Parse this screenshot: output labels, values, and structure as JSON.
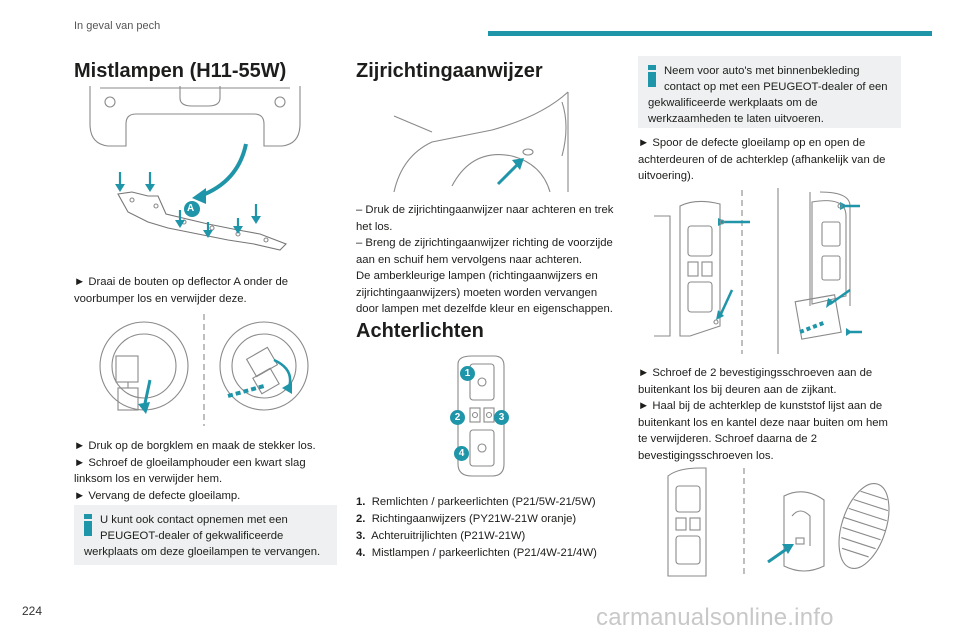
{
  "header": {
    "title": "In geval van pech"
  },
  "page_number": "224",
  "watermark": "carmanualsonline.info",
  "col1": {
    "heading": "Mistlampen (H11-55W)",
    "fig1_label": "A",
    "step1": "► Draai de bouten op deflector A onder de voorbumper los en verwijder deze.",
    "step2": "► Druk op de borgklem en maak de stekker los.",
    "step3": "► Schroef de gloeilamphouder een kwart slag linksom los en verwijder hem.",
    "step4": "► Vervang de defecte gloeilamp.",
    "info": "U kunt ook contact opnemen met een PEUGEOT-dealer of gekwalificeerde werkplaats om deze gloeilampen te vervangen."
  },
  "col2": {
    "heading": "Zijrichtingaanwijzer",
    "text1": "– Druk de zijrichtingaanwijzer naar achteren en trek het los.",
    "text2": "– Breng de zijrichtingaanwijzer richting de voorzijde aan en schuif hem vervolgens naar achteren.",
    "text3": "De amberkleurige lampen (richtingaanwijzers en zijrichtingaanwijzers) moeten worden vervangen door lampen met dezelfde kleur en eigenschappen.",
    "heading2": "Achterlichten",
    "badges": [
      "1",
      "2",
      "3",
      "4"
    ],
    "legend": [
      {
        "num": "1.",
        "text": "Remlichten / parkeerlichten (P21/5W-21/5W)"
      },
      {
        "num": "2.",
        "text": "Richtingaanwijzers (PY21W-21W oranje)"
      },
      {
        "num": "3.",
        "text": "Achteruitrijlichten (P21W-21W)"
      },
      {
        "num": "4.",
        "text": "Mistlampen / parkeerlichten (P21/4W-21/4W)"
      }
    ]
  },
  "col3": {
    "info": "Neem voor auto's met binnenbekleding contact op met een PEUGEOT-dealer of een gekwalificeerde werkplaats om de werkzaamheden te laten uitvoeren.",
    "step1": "► Spoor de defecte gloeilamp op en open de achterdeuren of de achterklep (afhankelijk van de uitvoering).",
    "step2": "► Schroef de 2 bevestigingsschroeven aan de buitenkant los bij deuren aan de zijkant.",
    "step3": "► Haal bij de achterklep de kunststof lijst aan de buitenkant los en kantel deze naar buiten om hem te verwijderen. Schroef daarna de 2 bevestigingsschroeven los."
  },
  "colors": {
    "accent": "#1e95a8",
    "info_bg": "#eef0f1",
    "line": "#8a8a8a"
  }
}
